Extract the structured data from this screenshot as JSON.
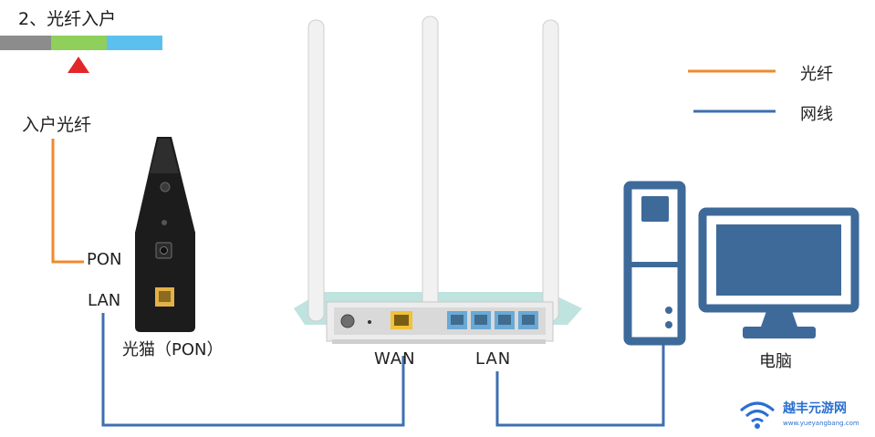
{
  "step_title": "2、光纤入户",
  "progress_bar": {
    "segments": [
      "#8c8c8c",
      "#8fcf5b",
      "#5cc0ee"
    ],
    "active_index": 1,
    "marker_color": "#e3262a"
  },
  "labels": {
    "fiber_in": "入户光纤",
    "pon_port": "PON",
    "lan_modem": "LAN",
    "modem": "光猫（PON）",
    "wan": "WAN",
    "lan_router": "LAN",
    "pc": "电脑"
  },
  "legend": [
    {
      "label": "光纤",
      "color": "#f08a2c"
    },
    {
      "label": "网线",
      "color": "#3e6fb0"
    }
  ],
  "colors": {
    "fiber": "#f08a2c",
    "cable": "#3e6fb0",
    "pc_body": "#3e6a9a"
  },
  "watermark": {
    "brand": "越丰元游网",
    "url": "www.yueyangbang.com",
    "icon": "wifi-icon"
  }
}
